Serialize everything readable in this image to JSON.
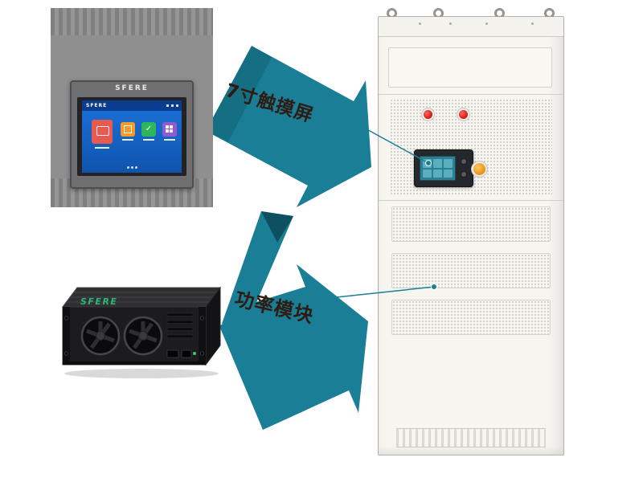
{
  "diagram": {
    "hmi": {
      "bezel_brand": "SFERE",
      "screen_brand": "SFERE"
    },
    "module": {
      "brand": "SFERE"
    },
    "labels": {
      "touchscreen": "7寸触摸屏",
      "power_module": "功率模块"
    },
    "colors": {
      "arrow_teal": "#1a7e96",
      "arrow_fold": "#0e4f60",
      "connector_teal": "#1a7e96",
      "label_text": "#2e1c12",
      "cabinet_body": "#f6f5f0",
      "hmi_screen_blue": "#1b72d8",
      "brand_green": "#28b878",
      "indicator_red": "#d41414",
      "stop_button_orange": "#e8a01c",
      "app_icon_red": "#e85a50",
      "app_icon_orange": "#f39c2c",
      "app_icon_green": "#2fb55c",
      "app_icon_purple": "#8e5bd0"
    }
  }
}
